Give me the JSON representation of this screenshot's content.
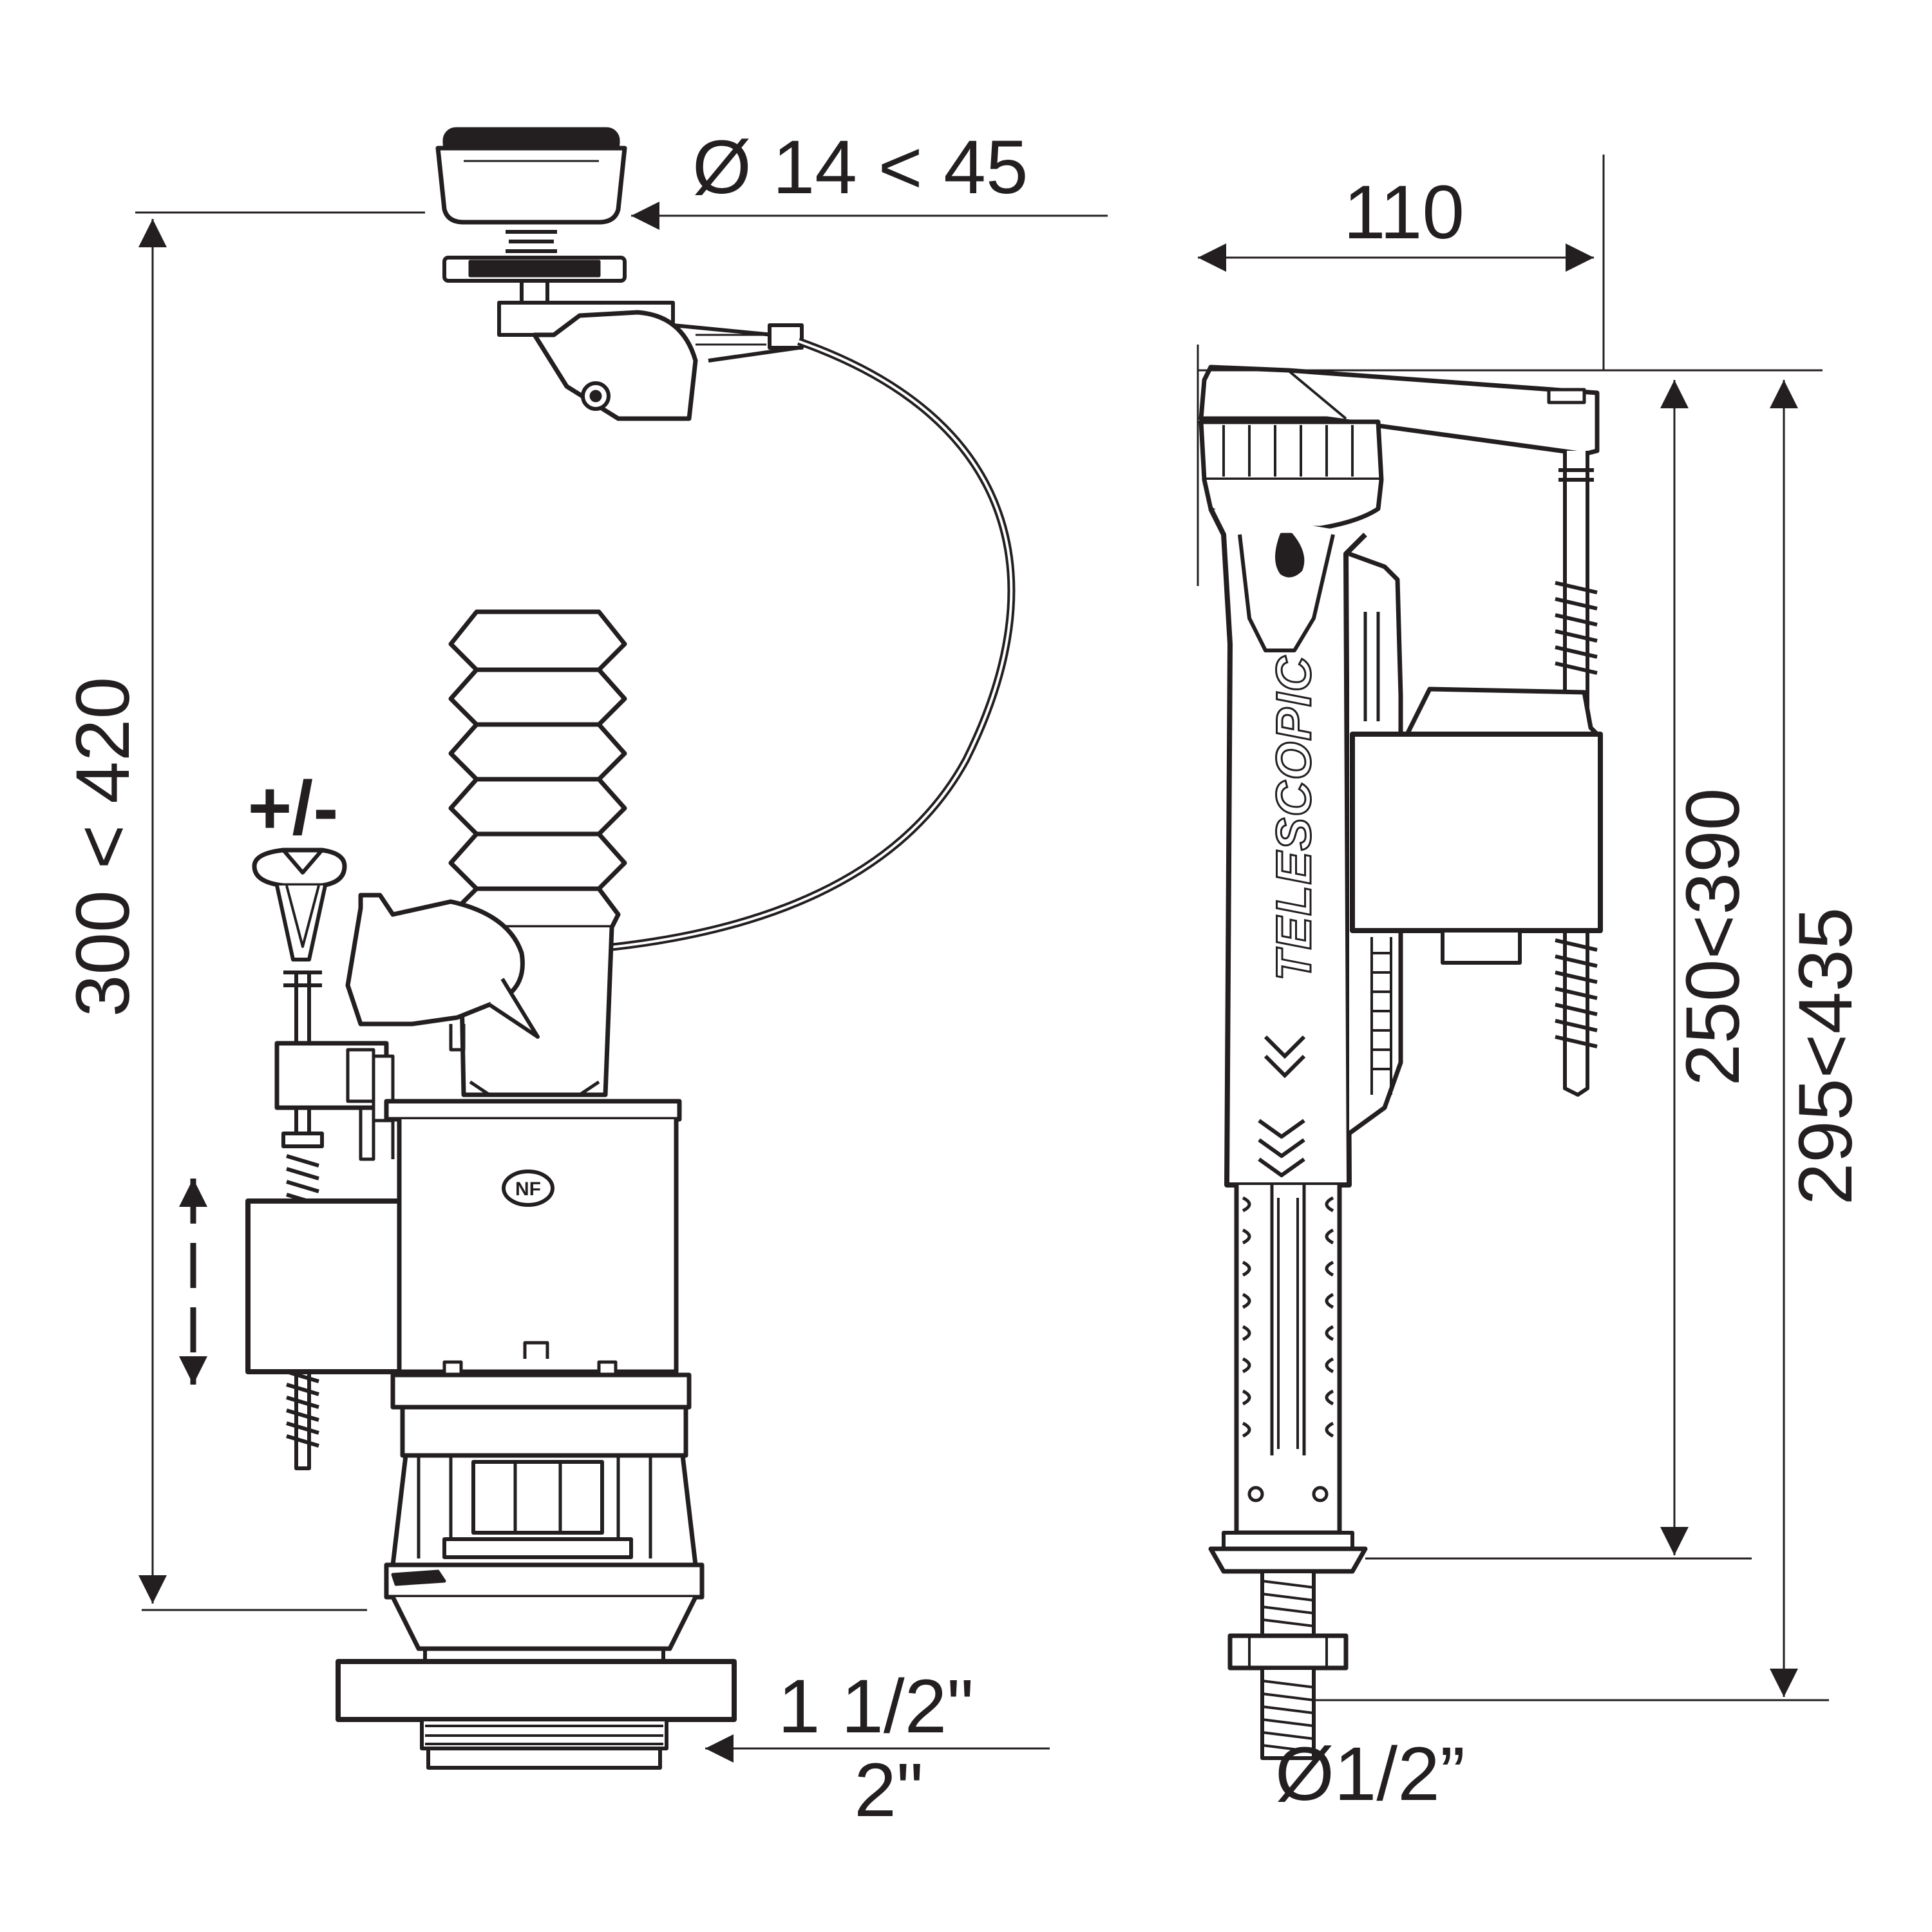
{
  "flush_valve": {
    "button_diameter": "Ø 14 < 45",
    "height_range": "300 < 420",
    "adjust_label": "+/-",
    "outlet_size_top": "1 1/2\"",
    "outlet_size_bottom": "2\"",
    "certification_mark": "NF"
  },
  "fill_valve": {
    "brand_text": "TELESCOPIC",
    "arm_width": "110",
    "height_range": "250<390",
    "overall_height_range": "295<435",
    "inlet_diameter": "Ø1/2”"
  },
  "colors": {
    "line": "#231f20",
    "background": "#ffffff",
    "dark_fill": "#231f20"
  }
}
